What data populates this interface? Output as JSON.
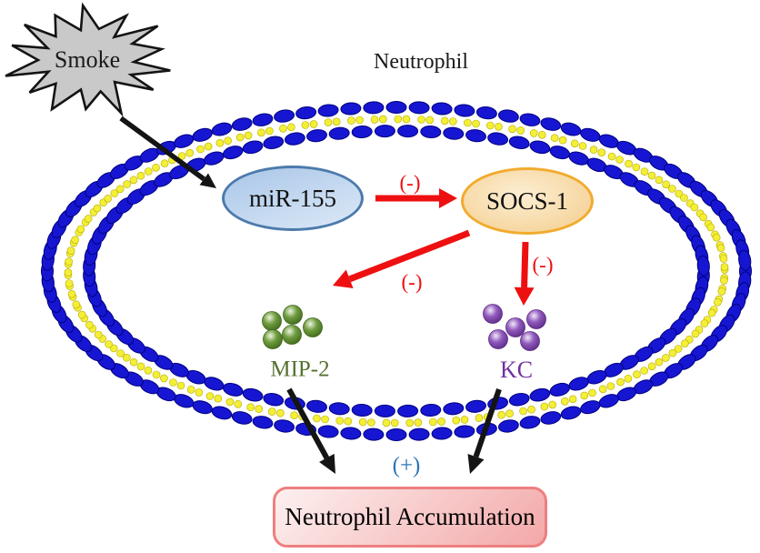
{
  "diagram": {
    "cell_label": "Neutrophil",
    "stimulus": {
      "label": "Smoke"
    },
    "nodes": {
      "mir155": {
        "label": "miR-155"
      },
      "socs1": {
        "label": "SOCS-1"
      },
      "mip2": {
        "label": "MIP-2"
      },
      "kc": {
        "label": "KC"
      },
      "outcome": {
        "label": "Neutrophil Accumulation"
      }
    },
    "annotations": {
      "mir155_to_socs1": "(-)",
      "socs1_to_mip2": "(-)",
      "socs1_to_kc": "(-)",
      "outcome_sign": "(+)"
    },
    "colors": {
      "membrane_blue": "#1616d2",
      "membrane_blue_stroke": "#000082",
      "membrane_yellow": "#f3ef35",
      "membrane_yellow_stroke": "#b9a900",
      "smoke_fill": "#c9c9c9",
      "smoke_stroke": "#141414",
      "mir155_border": "#4d7aac",
      "mir155_fill_start": "#a9c6e8",
      "mir155_fill_end": "#dce9f7",
      "socs1_border": "#f2ab2e",
      "socs1_fill_start": "#f4cd8d",
      "socs1_fill_end": "#fceed2",
      "mip2_dot_dark": "#3f681c",
      "mip2_dot_mid": "#6f9c3f",
      "mip2_dot_light": "#eef5e0",
      "mip2_text": "#567230",
      "kc_dot_dark": "#5c2b84",
      "kc_dot_mid": "#9059bd",
      "kc_dot_light": "#f1e8f8",
      "kc_text": "#7030a0",
      "inhibit_red": "#ee1010",
      "promote_blue": "#2e75b6",
      "arrow_black": "#141414",
      "outcome_border": "#ee7f7f",
      "outcome_fill_start": "#fdf0f0",
      "outcome_fill_end": "#f3a8a8",
      "text_black": "#1a1a1a"
    }
  }
}
